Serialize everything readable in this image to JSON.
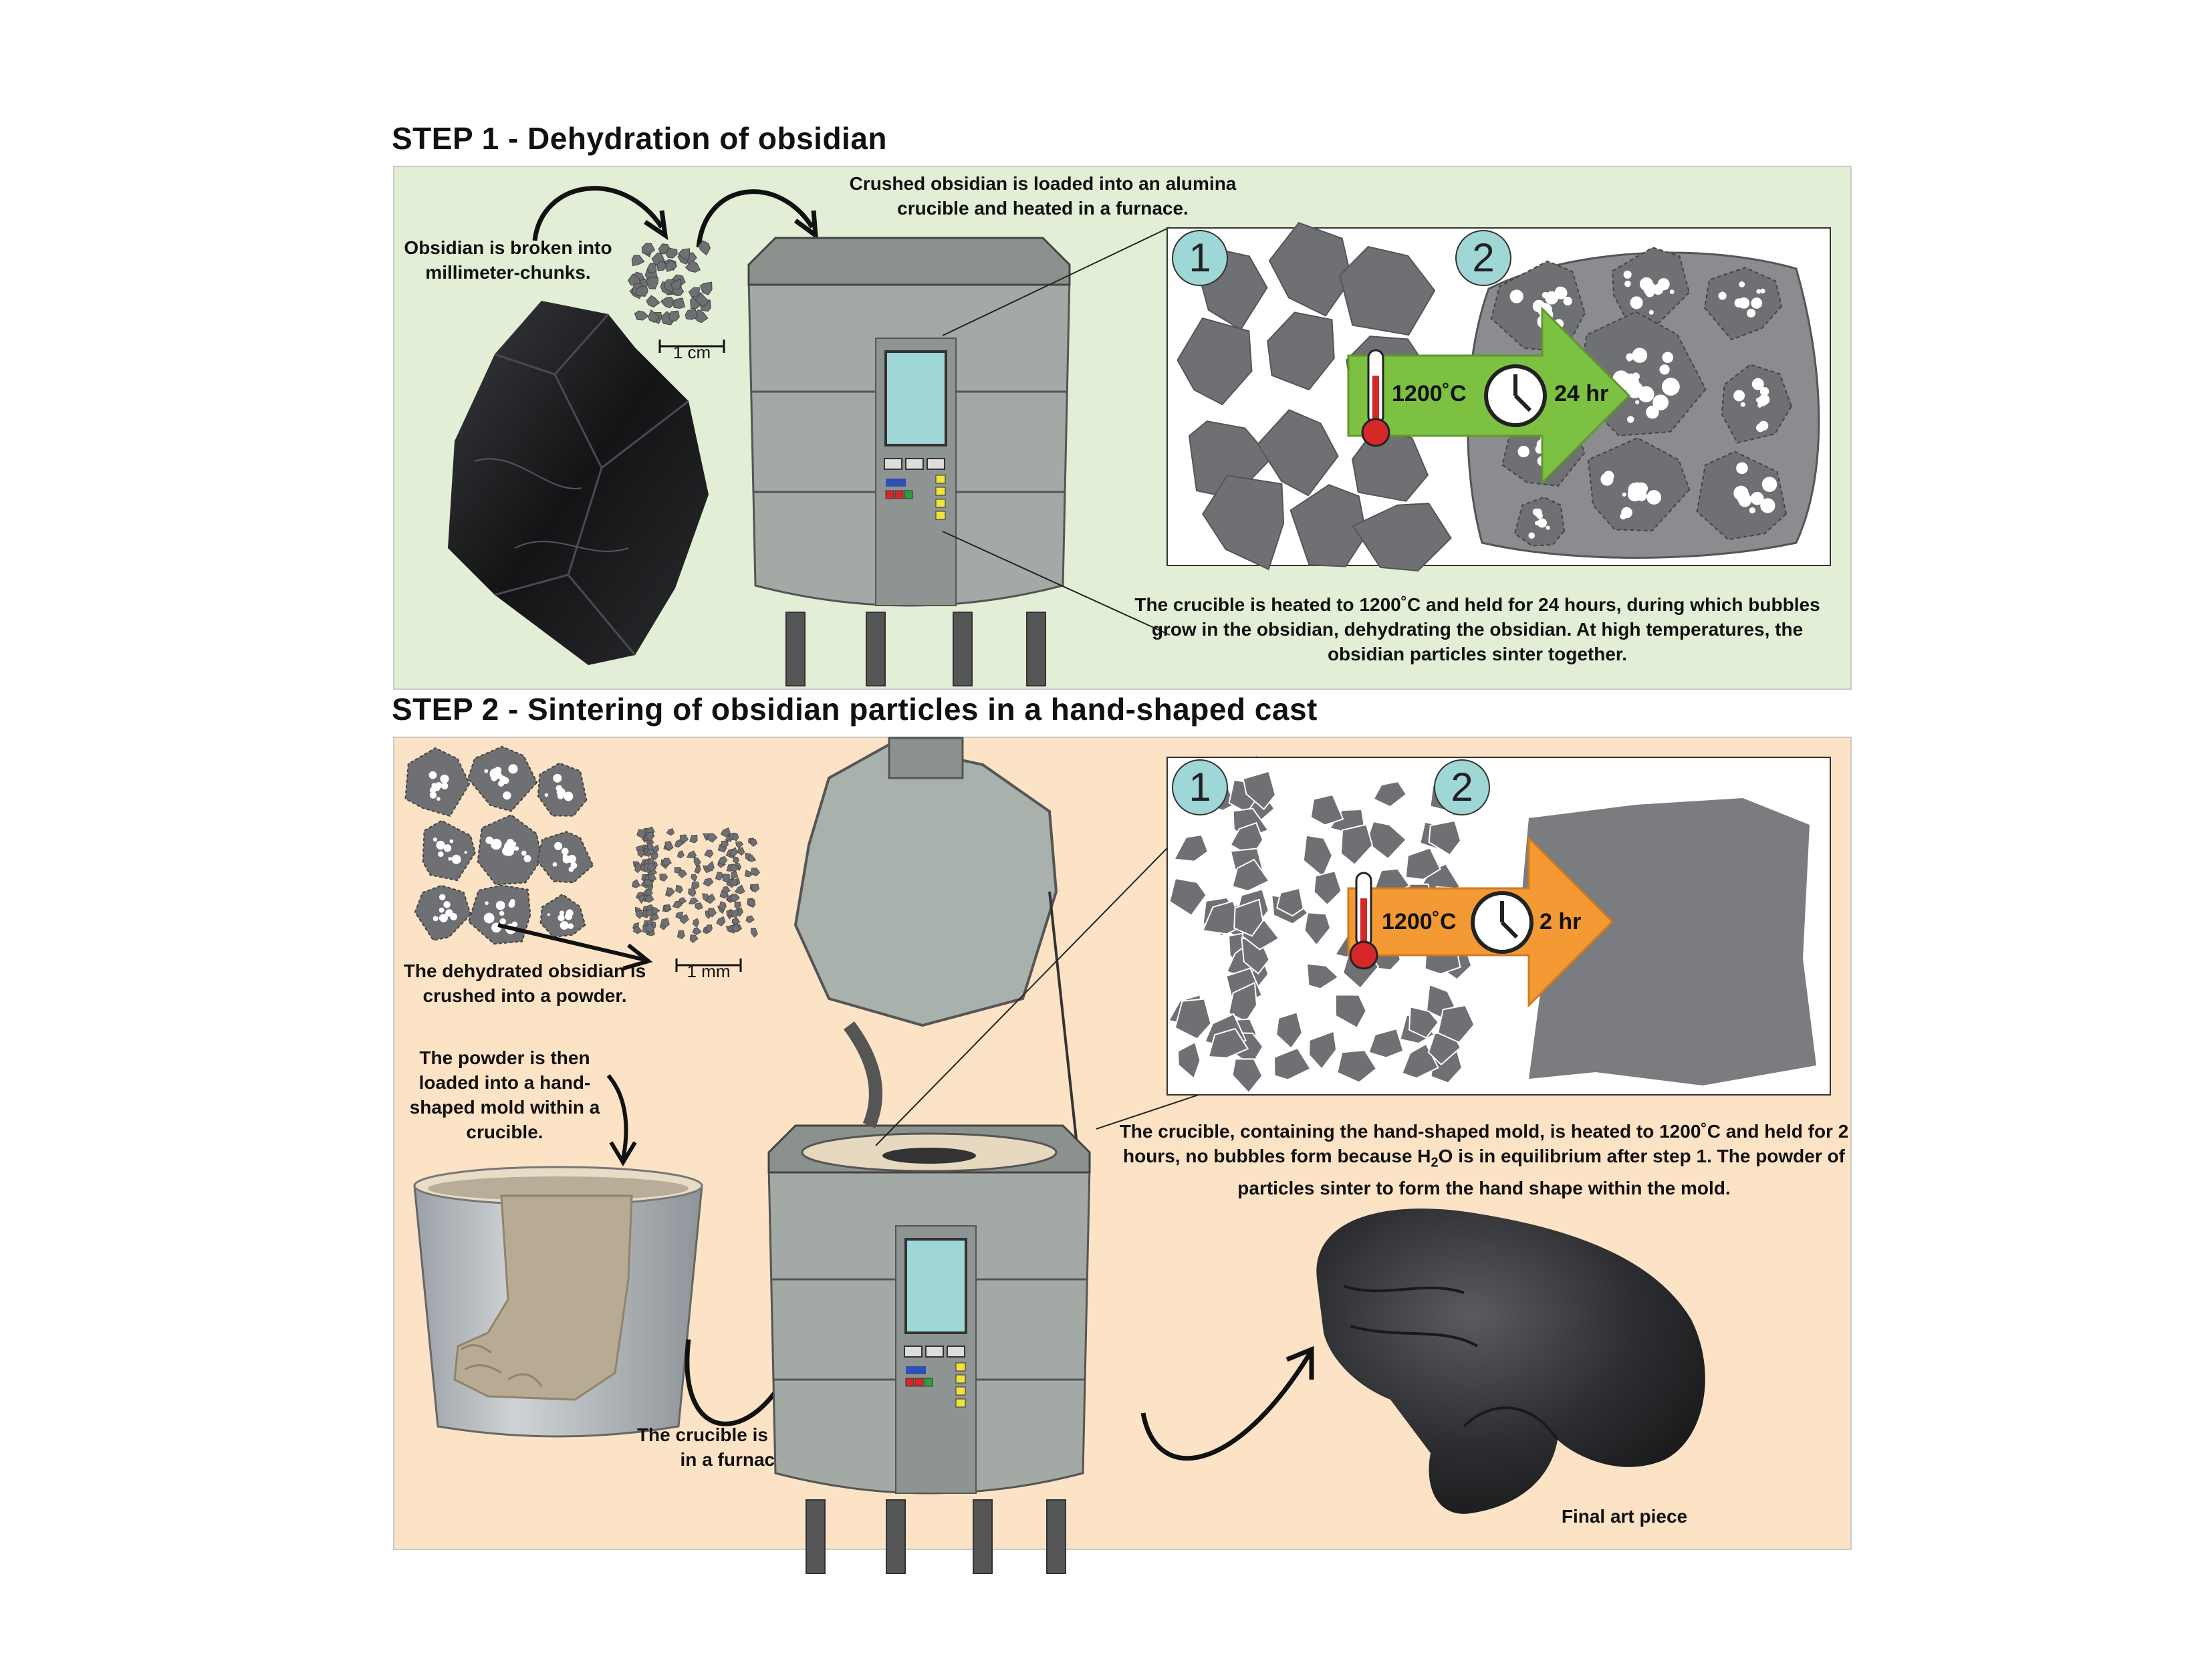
{
  "step1": {
    "title": "STEP 1 - Dehydration of obsidian",
    "label_broken": "Obsidian is broken into millimeter-chunks.",
    "label_loaded": "Crushed obsidian is loaded into an alumina crucible and heated in a furnace.",
    "scale": "1 cm",
    "inset_num1": "1",
    "inset_num2": "2",
    "temperature": "1200˚C",
    "duration": "24 hr",
    "caption": "The crucible is heated to 1200˚C and held for 24 hours, during which bubbles grow in the obsidian, dehydrating the obsidian.  At high temperatures, the obsidian particles sinter together."
  },
  "step2": {
    "title": "STEP 2 - Sintering of obsidian particles in a hand-shaped cast",
    "label_crushed": "The dehydrated obsidian is crushed into a powder.",
    "scale": "1 mm",
    "label_loaded": "The powder is then loaded into a hand-shaped mold within a crucible.",
    "label_heated": "The crucible is heated in a furnace.",
    "inset_num1": "1",
    "inset_num2": "2",
    "temperature": "1200˚C",
    "duration": "2 hr",
    "caption_part1": "The crucible, containing the hand-shaped mold, is heated to 1200˚C and held for 2 hours, no bubbles form because H",
    "caption_sub": "2",
    "caption_part2": "O is in equilibrium after step 1. The powder of particles sinter to form the hand shape within the mold.",
    "label_final": "Final art piece"
  },
  "colors": {
    "step1_bg": "#e2efd6",
    "step2_bg": "#fde3c6",
    "furnace": "#a3a9a4",
    "obsidian": "#1c1c1e",
    "particle": "#6e7073",
    "arrow_green": "#7cc142",
    "arrow_orange": "#f39a35",
    "badge": "#9fd6d6",
    "thermometer_red": "#d62828"
  },
  "icons": [
    "obsidian-rock-icon",
    "furnace-icon",
    "thermometer-icon",
    "clock-icon",
    "crucible-icon",
    "hand-sculpture-icon"
  ]
}
